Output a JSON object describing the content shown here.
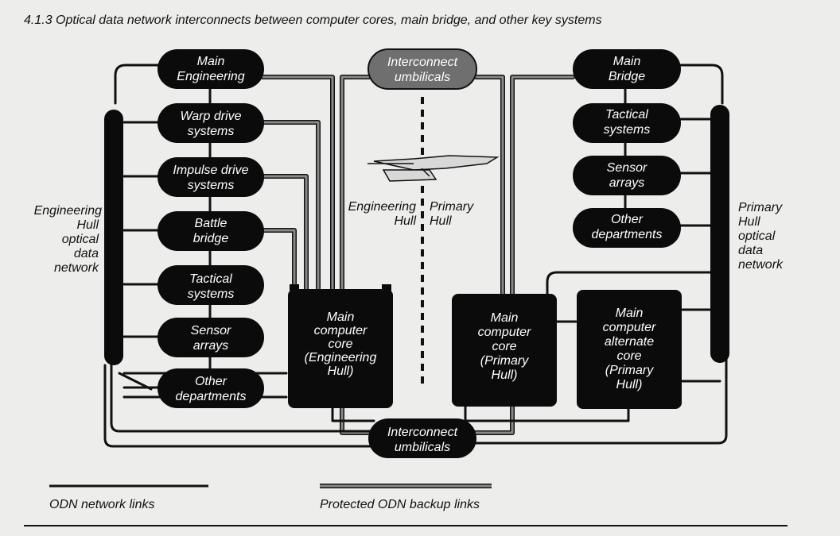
{
  "caption": "4.1.3  Optical data network interconnects between computer cores, main bridge, and other key systems",
  "engineering_nodes": [
    {
      "line1": "Main",
      "line2": "Engineering"
    },
    {
      "line1": "Warp drive",
      "line2": "systems"
    },
    {
      "line1": "Impulse drive",
      "line2": "systems"
    },
    {
      "line1": "Battle",
      "line2": "bridge"
    },
    {
      "line1": "Tactical",
      "line2": "systems"
    },
    {
      "line1": "Sensor",
      "line2": "arrays"
    },
    {
      "line1": "Other",
      "line2": "departments"
    }
  ],
  "primary_nodes": [
    {
      "line1": "Main",
      "line2": "Bridge"
    },
    {
      "line1": "Tactical",
      "line2": "systems"
    },
    {
      "line1": "Sensor",
      "line2": "arrays"
    },
    {
      "line1": "Other",
      "line2": "departments"
    }
  ],
  "umbilical_top": {
    "line1": "Interconnect",
    "line2": "umbilicals"
  },
  "umbilical_bottom": {
    "line1": "Interconnect",
    "line2": "umbilicals"
  },
  "cores": [
    {
      "lines": [
        "Main",
        "computer",
        "core",
        "(Engineering",
        "Hull)"
      ]
    },
    {
      "lines": [
        "Main",
        "computer",
        "core",
        "(Primary",
        "Hull)"
      ]
    },
    {
      "lines": [
        "Main",
        "computer",
        "alternate",
        "core",
        "(Primary",
        "Hull)"
      ]
    }
  ],
  "left_network_label": [
    "Engineering",
    "Hull",
    "optical",
    "data",
    "network"
  ],
  "right_network_label": [
    "Primary",
    "Hull",
    "optical",
    "data",
    "network"
  ],
  "hull_labels": {
    "engineering": [
      "Engineering",
      "Hull"
    ],
    "primary": [
      "Primary",
      "Hull"
    ]
  },
  "legend": {
    "network_links": "ODN network links",
    "backup_links": "Protected ODN backup links"
  },
  "colors": {
    "node_fill": "#0b0b0b",
    "umbilical_top_fill": "#6f6f6f",
    "line": "#111111",
    "backup_line": "#8a8a8a",
    "background": "#ededec"
  }
}
